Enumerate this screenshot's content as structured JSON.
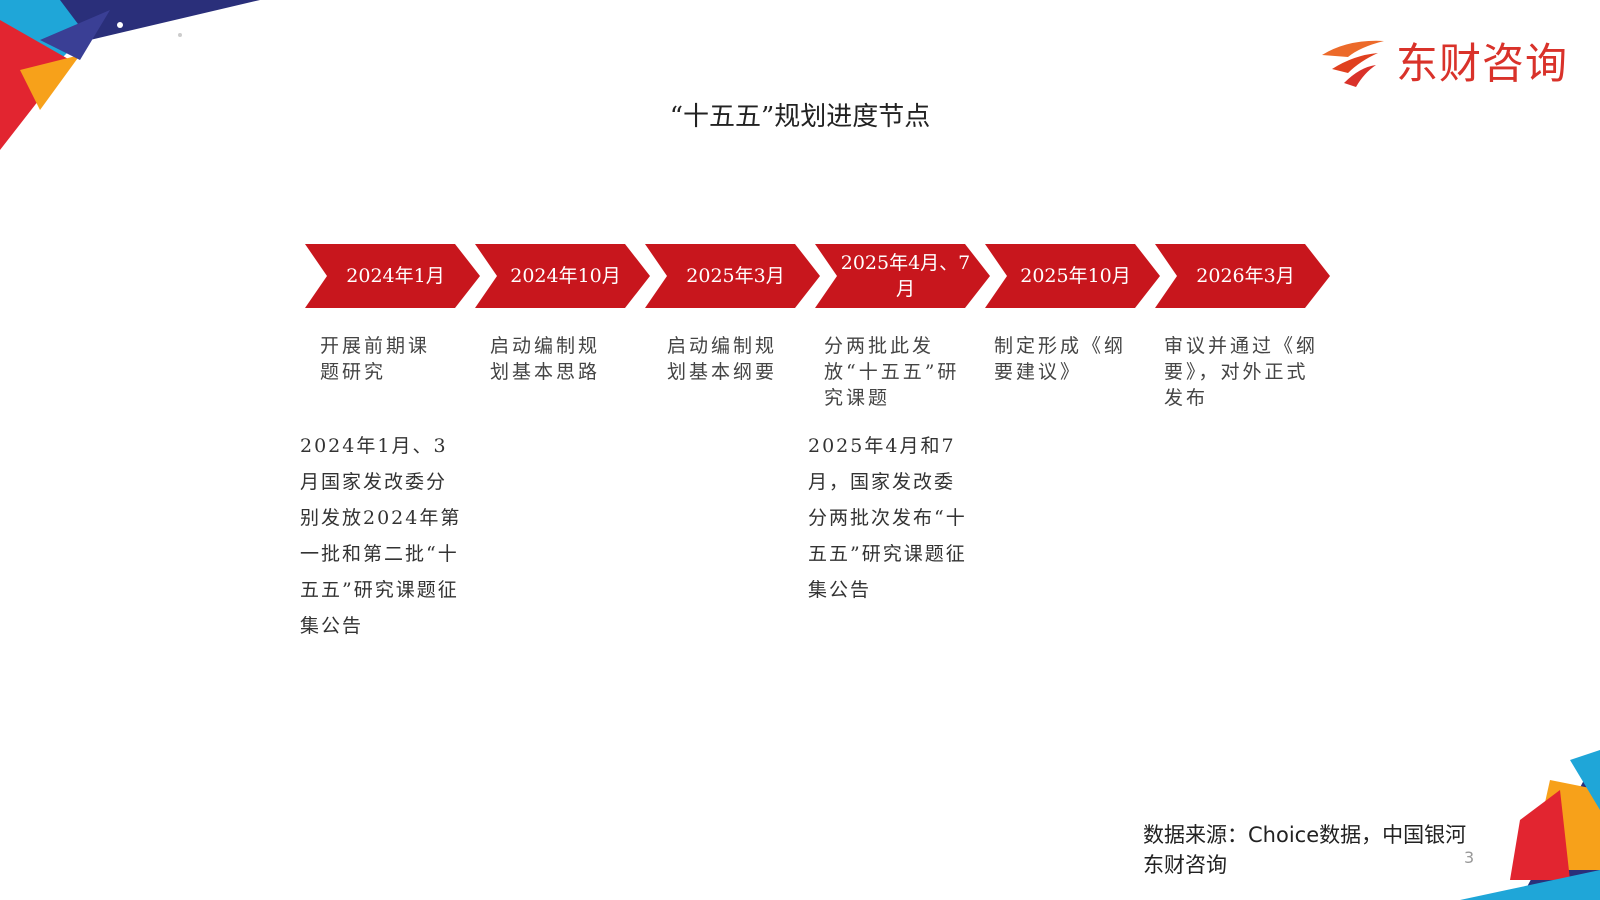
{
  "title": "“十五五”规划进度节点",
  "logo": {
    "text": "东财咨询",
    "brand_color": "#d9322a"
  },
  "accent_color": "#c8161d",
  "milestones": [
    {
      "date": "2024年1月",
      "desc": "开展前期课题研究"
    },
    {
      "date": "2024年10月",
      "desc": "启动编制规划基本思路"
    },
    {
      "date": "2025年3月",
      "desc": "启动编制规划基本纲要"
    },
    {
      "date": "2025年4月、7月",
      "desc": "分两批此发放“十五五”研究课题"
    },
    {
      "date": "2025年10月",
      "desc": "制定形成《纲要建议》"
    },
    {
      "date": "2026年3月",
      "desc": "审议并通过《纲要》，对外正式发布"
    }
  ],
  "notes": [
    {
      "text": "2024年1月、3月国家发改委分别发放2024年第一批和第二批“十五五”研究课题征集公告"
    },
    {
      "text": "2025年4月和7月，国家发改委分两批次发布“十五五”研究课题征集公告"
    }
  ],
  "source": {
    "line1": "数据来源：Choice数据，中国银河",
    "line2": "东财咨询"
  },
  "page_number": "3"
}
